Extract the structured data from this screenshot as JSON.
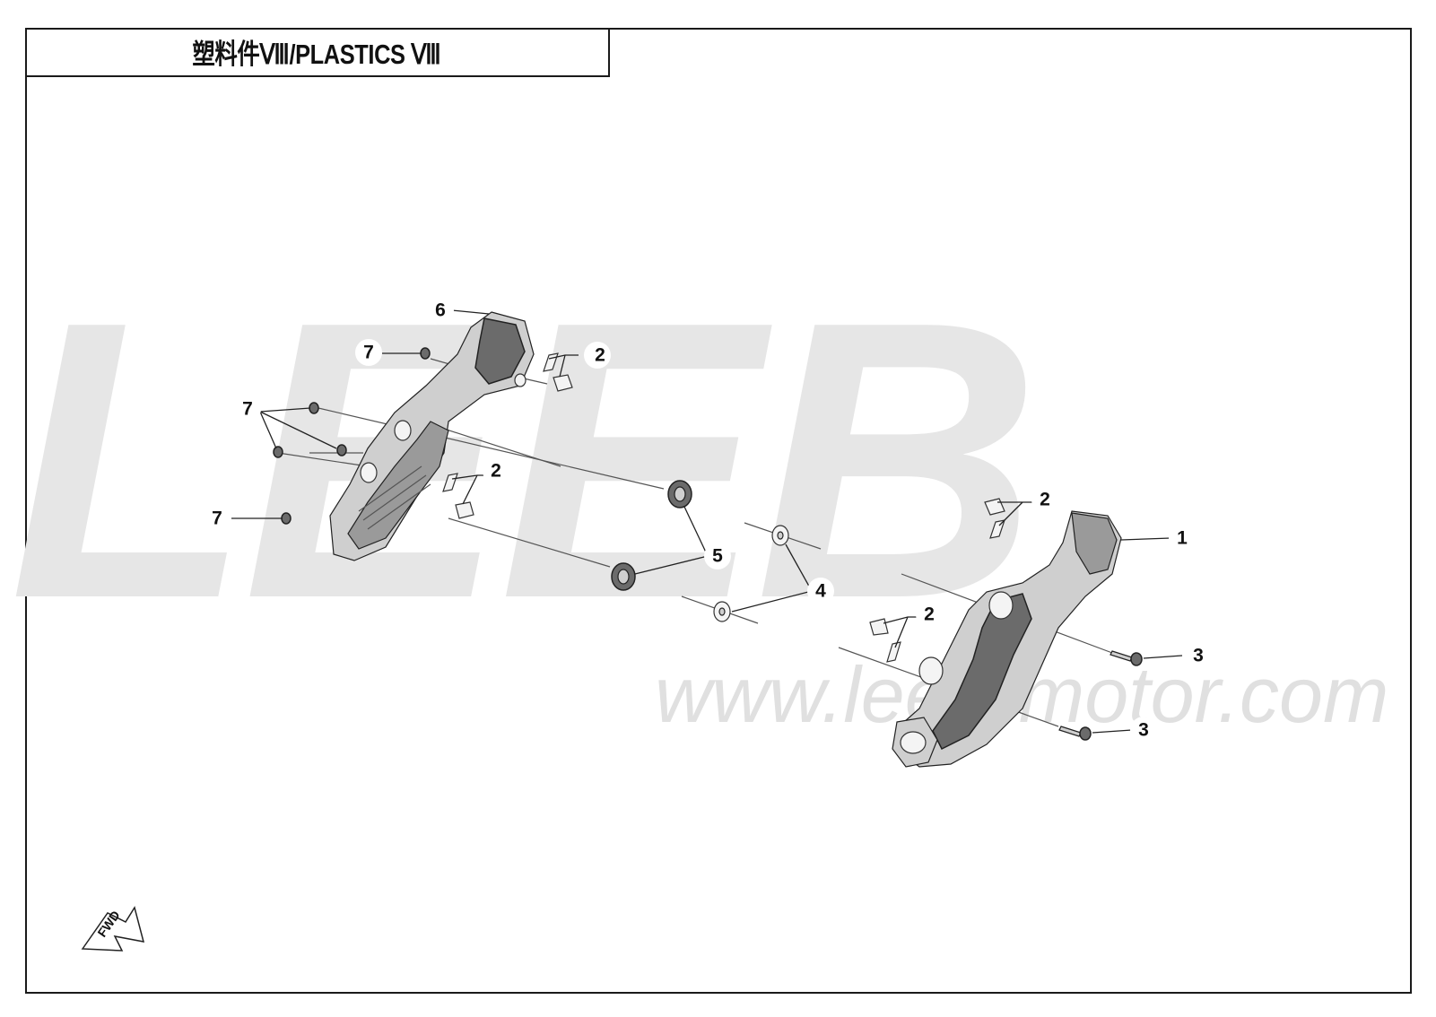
{
  "title": "塑料件Ⅷ/PLASTICS Ⅷ",
  "watermark": {
    "brand": "LEEB",
    "url": "www.leeb-motor.com"
  },
  "forward_label": "FWD",
  "callouts": {
    "c1": "1",
    "c2a": "2",
    "c2b": "2",
    "c2c": "2",
    "c2d": "2",
    "c3a": "3",
    "c3b": "3",
    "c4": "4",
    "c5": "5",
    "c6": "6",
    "c7a": "7",
    "c7b": "7",
    "c7c": "7"
  },
  "colors": {
    "frame": "#1a1a1a",
    "watermark": "#e6e6e6",
    "part_dark": "#6b6b6b",
    "part_light": "#cfcfcf"
  }
}
